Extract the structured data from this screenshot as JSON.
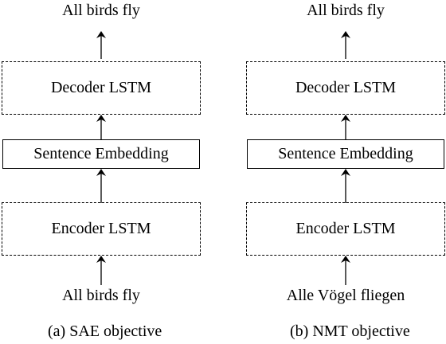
{
  "panels": [
    {
      "output": "All birds fly",
      "decoder": "Decoder LSTM",
      "embedding": "Sentence Embedding",
      "encoder": "Encoder LSTM",
      "input": "All birds fly",
      "caption": "(a) SAE objective"
    },
    {
      "output": "All birds fly",
      "decoder": "Decoder LSTM",
      "embedding": "Sentence Embedding",
      "encoder": "Encoder LSTM",
      "input": "Alle Vögel fliegen",
      "caption": "(b) NMT objective"
    }
  ]
}
